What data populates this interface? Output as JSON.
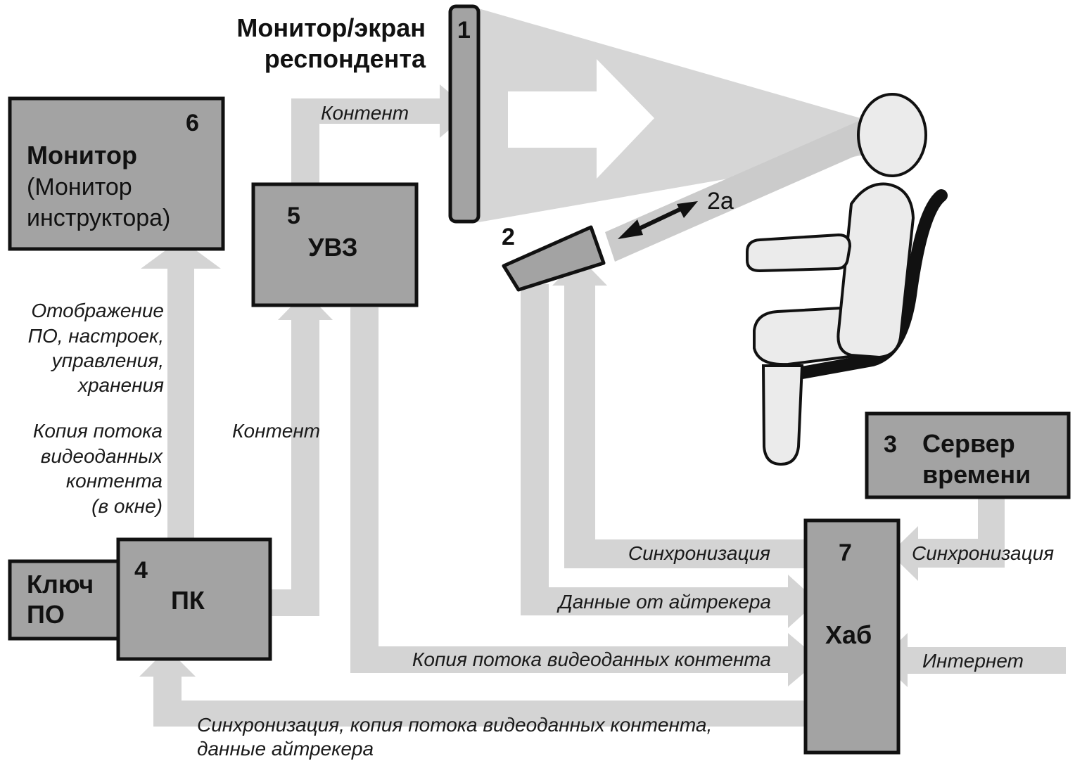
{
  "screen": {
    "number": "1",
    "title_line1": "Монитор/экран",
    "title_line2": "респондента"
  },
  "tracker": {
    "number": "2",
    "distance_label": "2а"
  },
  "time_server": {
    "number": "3",
    "line1": "Сервер",
    "line2": "времени"
  },
  "pc": {
    "number": "4",
    "label": "ПК"
  },
  "uvz": {
    "number": "5",
    "label": "УВЗ"
  },
  "instructor_monitor": {
    "number": "6",
    "title": "Монитор",
    "subtitle_line1": "(Монитор",
    "subtitle_line2": "инструктора)"
  },
  "hub": {
    "number": "7",
    "label": "Хаб"
  },
  "key": {
    "line1": "Ключ",
    "line2": "ПО"
  },
  "flows": {
    "content_top": "Контент",
    "content_mid": "Контент",
    "display": [
      "Отображение",
      "ПО, настроек,",
      "управления,",
      "хранения"
    ],
    "copy_window": [
      "Копия потока",
      "видеоданных",
      "контента",
      "(в окне)"
    ],
    "sync_tracker": "Синхронизация",
    "sync_server": "Синхронизация",
    "tracker_data": "Данные от айтрекера",
    "video_copy": "Копия потока видеоданных контента",
    "internet": "Интернет",
    "bottom_line1": "Синхронизация, копия потока видеоданных контента,",
    "bottom_line2": "данные айтрекера"
  }
}
